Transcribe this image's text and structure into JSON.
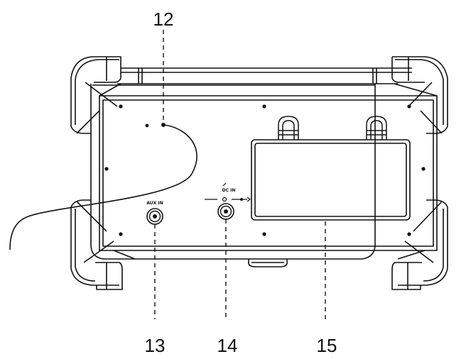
{
  "callouts": {
    "c12": "12",
    "c13": "13",
    "c14": "14",
    "c15": "15"
  },
  "panel_labels": {
    "aux_in": "AUX IN",
    "dc_in": "DC IN"
  },
  "colors": {
    "line": "#111111",
    "background": "#ffffff"
  }
}
